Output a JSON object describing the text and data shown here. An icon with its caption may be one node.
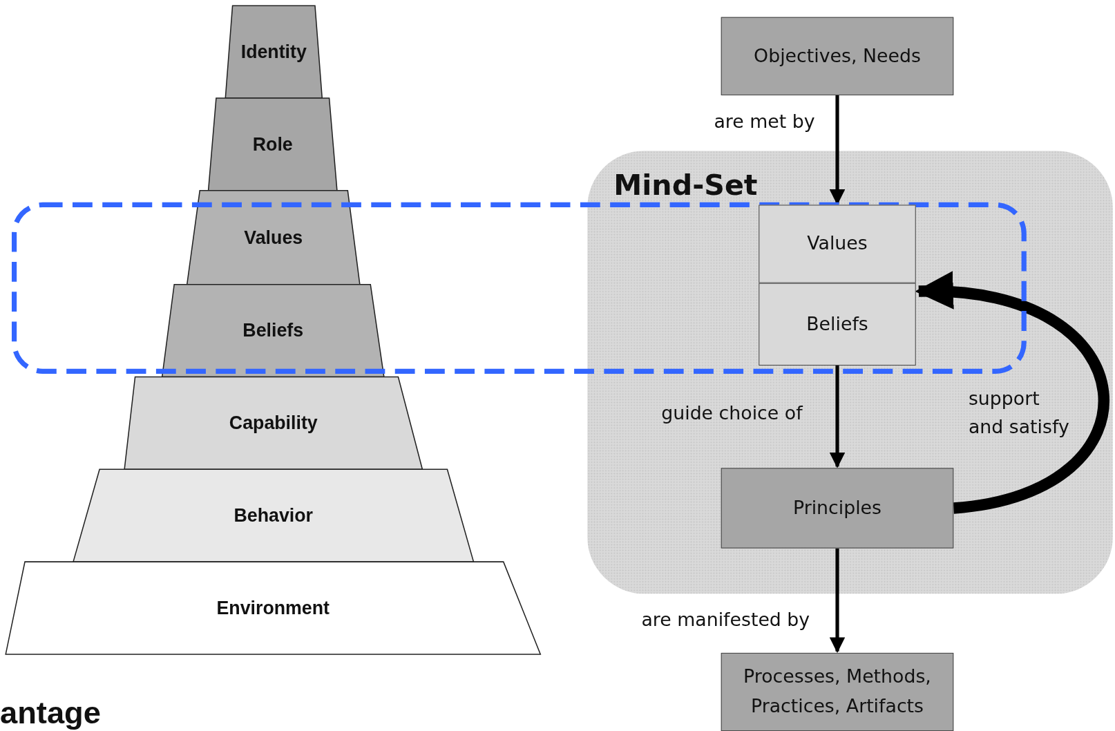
{
  "diagram": {
    "nodes": [
      {
        "text": [
          "Identity"
        ]
      },
      {
        "text": [
          "Role"
        ]
      },
      {
        "text": [
          "Values"
        ]
      },
      {
        "text": [
          "Beliefs"
        ]
      },
      {
        "text": [
          "Capability"
        ]
      },
      {
        "text": [
          "Behavior"
        ]
      },
      {
        "text": [
          "Environment"
        ]
      },
      {
        "text": [
          "Objectives, Needs"
        ]
      },
      {
        "text": [
          "Mind-Set"
        ]
      },
      {
        "text": [
          "Values"
        ],
        "in": 8
      },
      {
        "text": [
          "Beliefs"
        ],
        "in": 8
      },
      {
        "text": [
          "Principles"
        ],
        "in": 8
      },
      {
        "text": [
          "Processes, Methods, Practices, Artifacts"
        ]
      }
    ],
    "edges": [
      {
        "from": 7,
        "to": 9,
        "arrow": "to",
        "label": "are met by"
      },
      {
        "from": 10,
        "to": 11,
        "arrow": "to",
        "label": "guide choice of"
      },
      {
        "from": 11,
        "to": 12,
        "arrow": "to",
        "label": "are manifested by"
      },
      {
        "from": 11,
        "to": 10,
        "arrow": "to",
        "label": "support and satisfy",
        "style": "thick"
      }
    ],
    "labels": [
      "antage"
    ]
  }
}
